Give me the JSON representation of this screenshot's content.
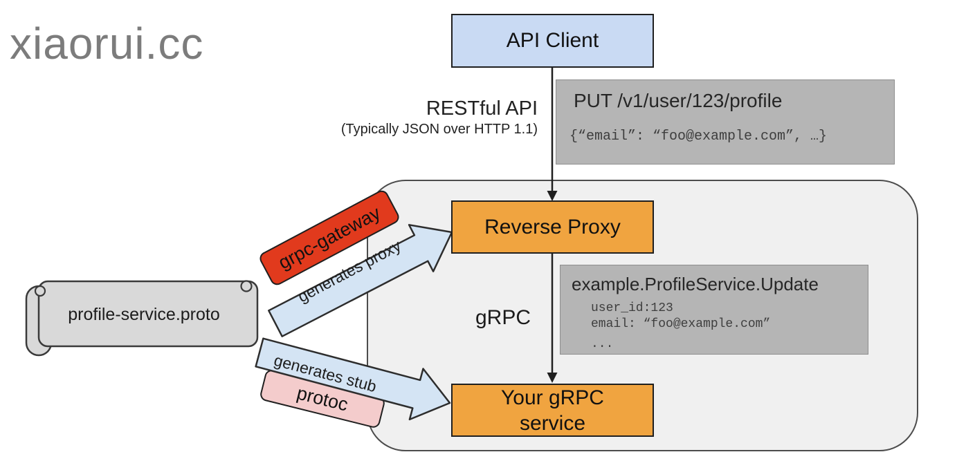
{
  "watermark": "xiaorui.cc",
  "colors": {
    "node-orange": "#f0a440",
    "node-blue": "#c9daf3",
    "arrow-blue": "#d4e4f4",
    "gateway-red": "#e13a1d",
    "protoc-pink": "#f4cccc",
    "gray-box": "#b5b5b5",
    "container-fill": "#f0f0f0",
    "scroll-fill": "#d9d9d9",
    "watermark-gray": "#7c7c7c"
  },
  "nodes": {
    "api_client": "API Client",
    "reverse_proxy": "Reverse Proxy",
    "grpc_service_line1": "Your gRPC",
    "grpc_service_line2": "service",
    "proto_file": "profile-service.proto"
  },
  "labels": {
    "rest_title": "RESTful API",
    "rest_subtitle": "(Typically JSON over HTTP 1.1)",
    "grpc": "gRPC",
    "gateway": "grpc-gateway",
    "gateway_arrow": "generates proxy",
    "protoc": "protoc",
    "protoc_arrow": "generates stub"
  },
  "http_request": {
    "title": "PUT /v1/user/123/profile",
    "body": "{“email”: “foo@example.com”, …}"
  },
  "grpc_call": {
    "title": "example.ProfileService.Update",
    "lines": [
      "user_id:123",
      "email: “foo@example.com”",
      "..."
    ]
  }
}
